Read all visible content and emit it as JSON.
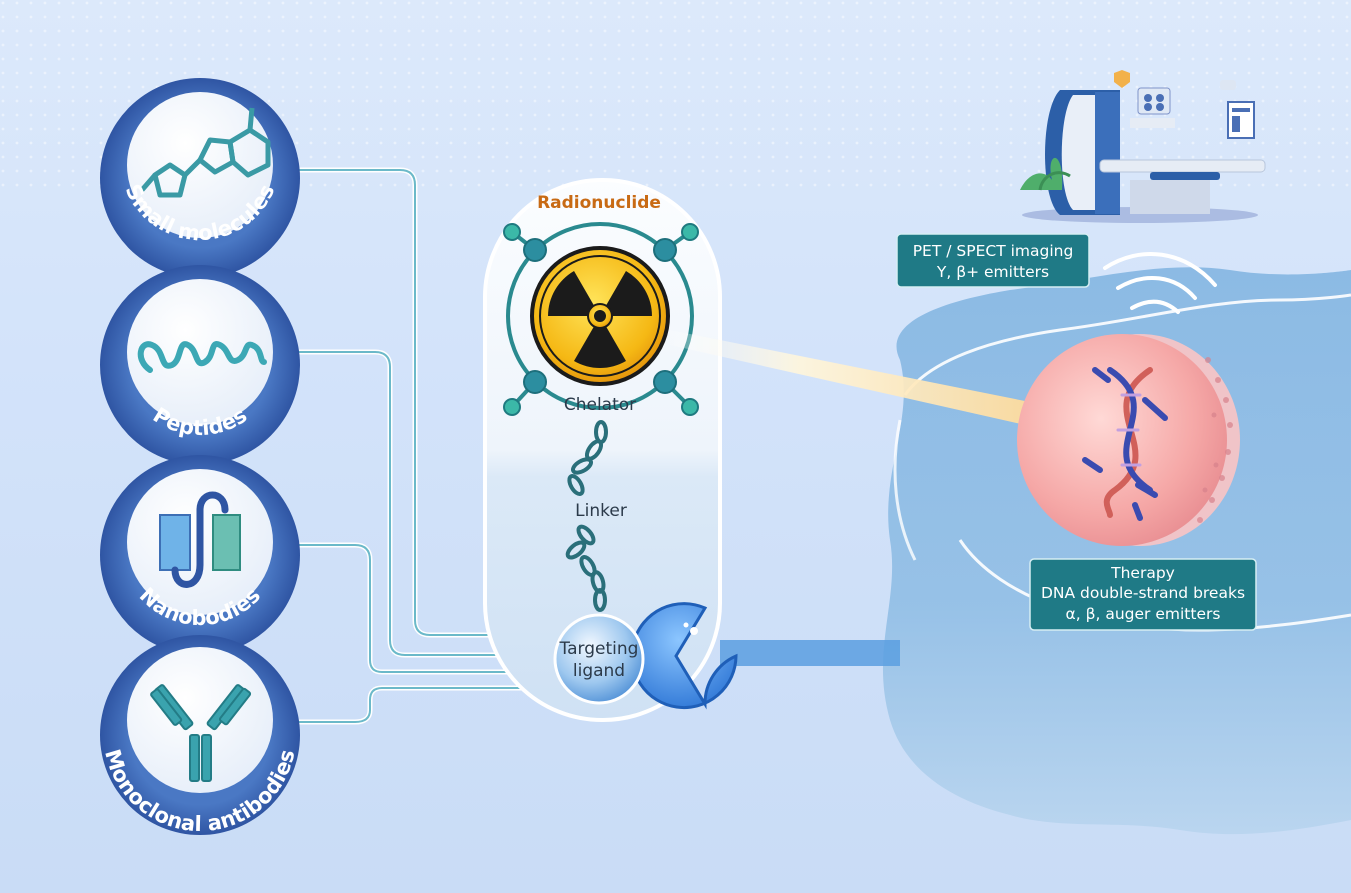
{
  "ligand_types": [
    {
      "label": "Small molecules",
      "icon": "small-molecule-icon"
    },
    {
      "label": "Peptides",
      "icon": "peptide-helix-icon"
    },
    {
      "label": "Nanobodies",
      "icon": "nanobody-icon"
    },
    {
      "label": "Monoclonal antibodies",
      "icon": "antibody-icon"
    }
  ],
  "conjugate": {
    "radionuclide": "Radionuclide",
    "chelator": "Chelator",
    "linker": "Linker",
    "targeting_ligand_line1": "Targeting",
    "targeting_ligand_line2": "ligand"
  },
  "imaging_box": {
    "line1": "PET / SPECT imaging",
    "line2": "Y, β+ emitters"
  },
  "therapy_box": {
    "line1": "Therapy",
    "line2": "DNA double-strand breaks",
    "line3": "α, β, auger emitters"
  },
  "colors": {
    "teal": "#2c8c93",
    "ring_blue": "#3f66b5",
    "box_teal": "#1f7a86",
    "radionuclide_label": "#c86a14",
    "cell_pink": "#f3a0a0"
  }
}
